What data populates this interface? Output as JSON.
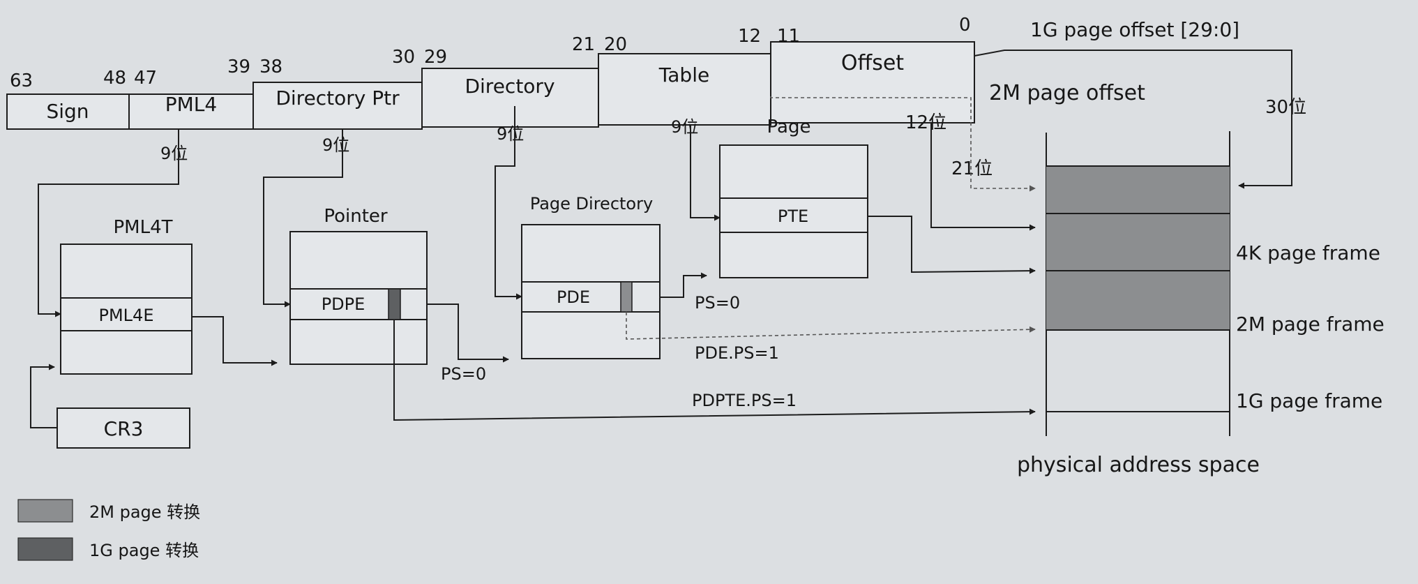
{
  "bit_positions": {
    "b63": "63",
    "b48": "48",
    "b47": "47",
    "b39": "39",
    "b38": "38",
    "b30": "30",
    "b29": "29",
    "b21": "21",
    "b20": "20",
    "b12": "12",
    "b11": "11",
    "b0": "0"
  },
  "fields": {
    "sign": "Sign",
    "pml4": "PML4",
    "directory_ptr": "Directory Ptr",
    "directory": "Directory",
    "table": "Table",
    "offset": "Offset"
  },
  "bit_widths": {
    "pml4": "9位",
    "directory_ptr": "9位",
    "directory": "9位",
    "table": "9位",
    "offset_4k": "12位",
    "offset_2m": "21位",
    "offset_1g": "30位"
  },
  "offset_labels": {
    "g1": "1G page offset [29:0]",
    "m2": "2M page offset"
  },
  "tables": {
    "pml4t": {
      "title": "PML4T",
      "entry": "PML4E"
    },
    "pointer": {
      "title": "Pointer",
      "entry": "PDPE"
    },
    "page_directory": {
      "title": "Page Directory",
      "entry": "PDE"
    },
    "page": {
      "title": "Page",
      "entry": "PTE"
    },
    "cr3": "CR3"
  },
  "conditions": {
    "pdpe_ps0": "PS=0",
    "pde_ps0": "PS=0",
    "pde_ps1": "PDE.PS=1",
    "pdpte_ps1": "PDPTE.PS=1"
  },
  "physical": {
    "title": "physical address space",
    "frame_4k": "4K page frame",
    "frame_2m": "2M page frame",
    "frame_1g": "1G page frame"
  },
  "legend": [
    {
      "label": "2M page 转换",
      "color": "#8c8e90"
    },
    {
      "label": "1G page 转换",
      "color": "#5e6062"
    }
  ],
  "colors": {
    "page_2m": "#8c8e90",
    "page_1g": "#5e6062",
    "background": "#dcdfe2"
  }
}
